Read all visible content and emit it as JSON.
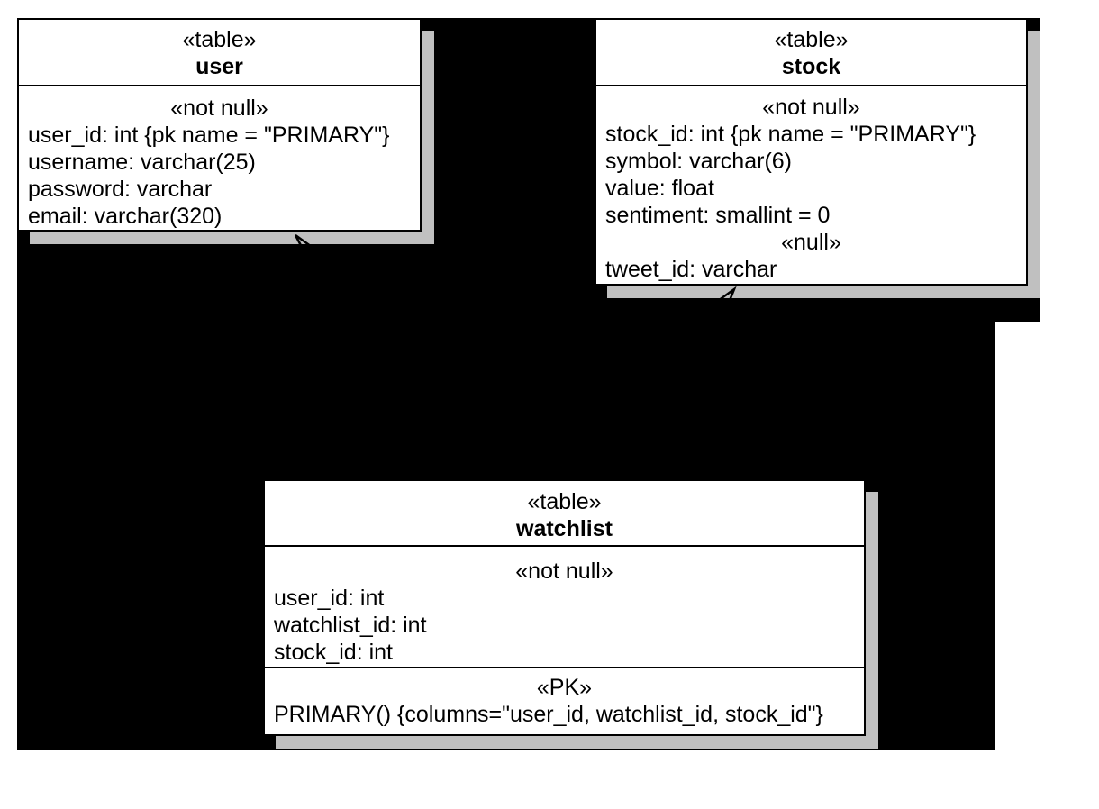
{
  "colors": {
    "canvas_bg": "#ffffff",
    "diagram_bg": "#000000",
    "node_fill": "#ffffff",
    "node_border": "#000000",
    "shadow": "#c0c0c0"
  },
  "tables": {
    "user": {
      "stereotype": "«table»",
      "name": "user",
      "sections": [
        {
          "stereotype": "«not null»",
          "rows": [
            "user_id: int {pk name = \"PRIMARY\"}",
            "username: varchar(25)",
            "password: varchar",
            "email: varchar(320)"
          ]
        }
      ]
    },
    "stock": {
      "stereotype": "«table»",
      "name": "stock",
      "sections": [
        {
          "stereotype": "«not null»",
          "rows": [
            "stock_id: int {pk name = \"PRIMARY\"}",
            "symbol: varchar(6)",
            "value: float",
            "sentiment: smallint = 0"
          ]
        },
        {
          "stereotype": "«null»",
          "rows": [
            "tweet_id: varchar"
          ]
        }
      ]
    },
    "watchlist": {
      "stereotype": "«table»",
      "name": "watchlist",
      "sections": [
        {
          "stereotype": "«not null»",
          "rows": [
            "user_id: int",
            "watchlist_id: int",
            "stock_id: int"
          ]
        },
        {
          "stereotype": "«PK»",
          "rows": [
            "PRIMARY() {columns=\"user_id, watchlist_id, stock_id\"}"
          ]
        }
      ]
    }
  },
  "connectors": {
    "to_user": "open-arrowhead",
    "to_stock": "open-arrowhead"
  }
}
